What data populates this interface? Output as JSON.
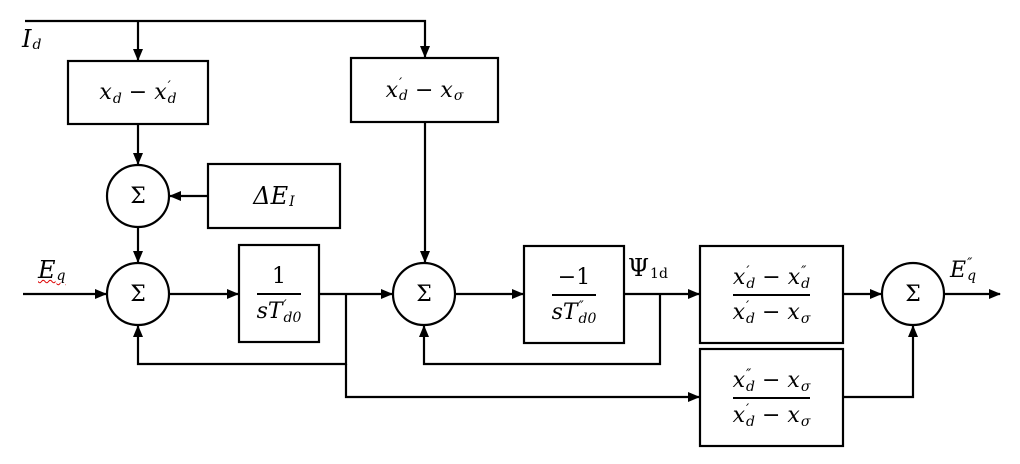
{
  "signals": {
    "id": [
      [
        "I",
        "d",
        ""
      ]
    ],
    "eq": [
      [
        "E",
        "q",
        ""
      ]
    ],
    "psi": [
      [
        "Ψ",
        "1d",
        ""
      ]
    ],
    "eq_pp": [
      [
        "E",
        "q",
        "″"
      ]
    ]
  },
  "blocks": {
    "xd_minus_xdp": {
      "expr": [
        [
          "x",
          "d",
          ""
        ],
        [
          " − ",
          "",
          ""
        ],
        [
          "x",
          "d",
          "′"
        ]
      ]
    },
    "xdp_minus_xs": {
      "expr": [
        [
          "x",
          "d",
          "′"
        ],
        [
          " − ",
          "",
          ""
        ],
        [
          "x",
          "σ",
          ""
        ]
      ]
    },
    "delta_ei": {
      "expr": [
        [
          "ΔE",
          "I",
          ""
        ]
      ]
    },
    "integrator_tdo_p": {
      "num": [
        [
          "1",
          "",
          ""
        ]
      ],
      "den": [
        [
          "sT",
          "d0",
          "′"
        ]
      ]
    },
    "integrator_tdo_pp": {
      "num": [
        [
          "−1",
          "",
          ""
        ]
      ],
      "den": [
        [
          "sT",
          "d0",
          "″"
        ]
      ]
    },
    "gain_upper": {
      "num": [
        [
          "x",
          "d",
          "′"
        ],
        [
          " − ",
          "",
          ""
        ],
        [
          "x",
          "d",
          "″"
        ]
      ],
      "den": [
        [
          "x",
          "d",
          "′"
        ],
        [
          " − ",
          "",
          ""
        ],
        [
          "x",
          "σ",
          ""
        ]
      ]
    },
    "gain_lower": {
      "num": [
        [
          "x",
          "d",
          "″"
        ],
        [
          " − ",
          "",
          ""
        ],
        [
          "x",
          "σ",
          ""
        ]
      ],
      "den": [
        [
          "x",
          "d",
          "′"
        ],
        [
          " − ",
          "",
          ""
        ],
        [
          "x",
          "σ",
          ""
        ]
      ]
    }
  },
  "summing_junction_symbol": "Σ",
  "colors": {
    "line": "#000000",
    "background": "#ffffff",
    "spellcheck_underline": "#dd0000"
  }
}
